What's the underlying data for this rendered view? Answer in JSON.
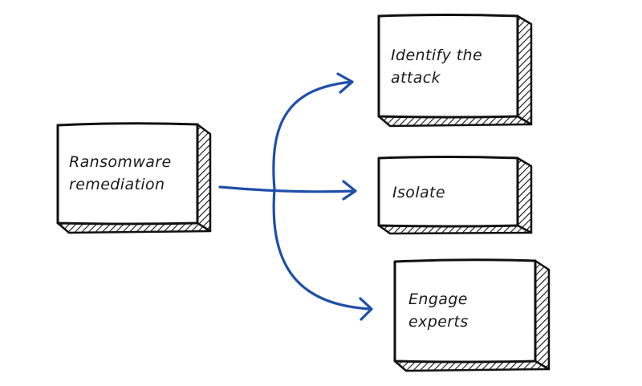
{
  "diagram": {
    "root": {
      "line1": "Ransomware",
      "line2": "remediation"
    },
    "steps": [
      {
        "line1": "Identify the",
        "line2": "attack"
      },
      {
        "line1": "Isolate"
      },
      {
        "line1": "Engage",
        "line2": "experts"
      }
    ],
    "colors": {
      "arrow": "#1f4fa8",
      "outline": "#111111",
      "box_fill": "#ffffff"
    }
  }
}
